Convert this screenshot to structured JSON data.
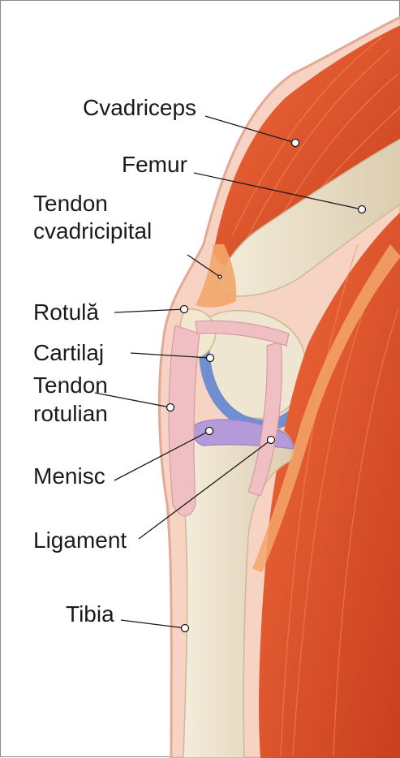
{
  "colors": {
    "muscle": "#e8542a",
    "muscle_dark": "#c83e1e",
    "skin": "#f7d3c4",
    "skin_edge": "#e3a896",
    "bone": "#f0e7d3",
    "bone_shade": "#ddd0b3",
    "cartilage": "#6f8fd0",
    "meniscus": "#b49ad8",
    "ligament": "#efbfc4",
    "tendon": "#f2a66a",
    "leader": "#1a1a1a"
  },
  "labels": {
    "cvadriceps": "Cvadriceps",
    "femur": "Femur",
    "tendon_cvadricipital_line1": "Tendon",
    "tendon_cvadricipital_line2": "cvadricipital",
    "rotula": "Rotulă",
    "cartilaj": "Cartilaj",
    "tendon_rotulian_line1": "Tendon",
    "tendon_rotulian_line2": "rotulian",
    "menisc": "Menisc",
    "ligament": "Ligament",
    "tibia": "Tibia"
  }
}
